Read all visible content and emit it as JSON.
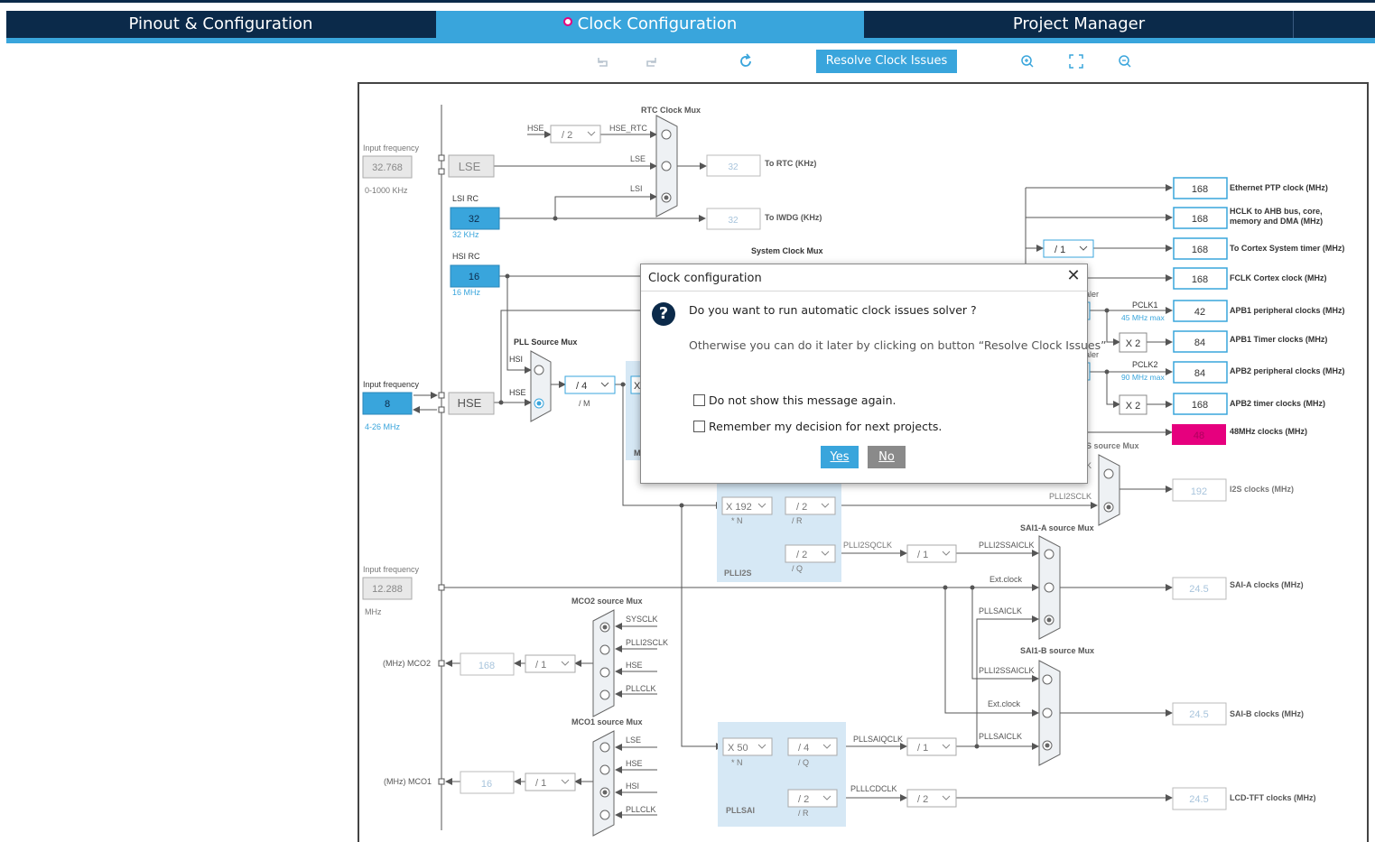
{
  "tabs": [
    {
      "label": "Pinout & Configuration",
      "active": false
    },
    {
      "label": "Clock Configuration",
      "active": true
    },
    {
      "label": "Project Manager",
      "active": false
    }
  ],
  "toolbar": {
    "resolve_label": "Resolve Clock Issues",
    "icons": [
      "undo-icon",
      "redo-icon",
      "refresh-icon",
      "zoom-in-icon",
      "fit-icon",
      "zoom-out-icon"
    ]
  },
  "colors": {
    "accent": "#39a5dc",
    "dark": "#0b2a4a",
    "alert": "#e6007e",
    "line": "#555555"
  },
  "diagram": {
    "input_freq": "Input frequency",
    "lse": {
      "value": "32.768",
      "range": "0-1000 KHz",
      "label": "LSE"
    },
    "lsi": {
      "label": "LSI RC",
      "value": "32",
      "unit": "32 KHz"
    },
    "hsi": {
      "label": "HSI RC",
      "value": "16",
      "unit": "16 MHz"
    },
    "hse": {
      "value": "8",
      "range": "4-26 MHz",
      "label": "HSE"
    },
    "ext": {
      "value": "12.288",
      "unit": "MHz"
    },
    "rtc": {
      "title": "RTC Clock Mux",
      "div": "/ 2",
      "hse_rtc": "HSE_RTC",
      "hse": "HSE",
      "lse": "LSE",
      "lsi": "LSI",
      "out": "32",
      "out_label": "To RTC (KHz)"
    },
    "iwdg": {
      "out": "32",
      "out_label": "To IWDG (KHz)"
    },
    "sysmux": "System Clock Mux",
    "pll": {
      "title": "PLL Source Mux",
      "hsi": "HSI",
      "hse": "HSE",
      "m_div": "/ 4",
      "m_label": "/ M",
      "x": "X",
      "m": "M"
    },
    "plli2s": {
      "n": "X 192",
      "n_label": "* N",
      "r": "/ 2",
      "r_label": "/ R",
      "q": "/ 2",
      "q_label": "/ Q",
      "title": "PLLI2S",
      "qclk": "PLLI2SQCLK",
      "qdiv": "/ 1"
    },
    "pllsai": {
      "n": "X 50",
      "n_label": "* N",
      "q": "/ 4",
      "q_label": "/ Q",
      "r": "/ 2",
      "r_label": "/ R",
      "title": "PLLSAI",
      "qclk": "PLLSAIQCLK",
      "qdiv": "/ 1",
      "lcdclk": "PLLLCDCLK",
      "lcddiv": "/ 2"
    },
    "outputs": [
      {
        "value": "168",
        "label": "Ethernet PTP clock (MHz)"
      },
      {
        "value": "168",
        "label": "HCLK to AHB bus, core,",
        "label2": "memory and DMA (MHz)"
      },
      {
        "value": "168",
        "label": "To Cortex System timer (MHz)"
      },
      {
        "value": "168",
        "label": "FCLK Cortex clock (MHz)"
      },
      {
        "value": "42",
        "label": "APB1 peripheral clocks (MHz)"
      },
      {
        "value": "84",
        "label": "APB1 Timer clocks (MHz)"
      },
      {
        "value": "84",
        "label": "APB2 peripheral clocks (MHz)"
      },
      {
        "value": "168",
        "label": "APB2 timer clocks (MHz)"
      },
      {
        "value": "48",
        "label": "48MHz clocks (MHz)"
      }
    ],
    "cortex_div": "/ 1",
    "pclk1": "PCLK1",
    "pclk1_max": "45 MHz max",
    "pclk2": "PCLK2",
    "pclk2_max": "90 MHz max",
    "x2": "X 2",
    "aler": "aler",
    "i2s": {
      "title": "S source Mux",
      "k": "K",
      "plli2sclk": "PLLI2SCLK",
      "out": "192",
      "label": "I2S clocks (MHz)"
    },
    "saia": {
      "title": "SAI1-A source Mux",
      "in1": "PLLI2SSAICLK",
      "in2": "Ext.clock",
      "in3": "PLLSAICLK",
      "out": "24.5",
      "label": "SAI-A clocks (MHz)"
    },
    "saib": {
      "title": "SAI1-B source Mux",
      "in1": "PLLI2SSAICLK",
      "in2": "Ext.clock",
      "in3": "PLLSAICLK",
      "out": "24.5",
      "label": "SAI-B clocks (MHz)"
    },
    "lcd": {
      "out": "24.5",
      "label": "LCD-TFT clocks (MHz)"
    },
    "mco2": {
      "title": "MCO2 source Mux",
      "in": [
        "SYSCLK",
        "PLLI2SCLK",
        "HSE",
        "PLLCLK"
      ],
      "div": "/ 1",
      "out": "168",
      "label": "(MHz) MCO2"
    },
    "mco1": {
      "title": "MCO1 source Mux",
      "in": [
        "LSE",
        "HSE",
        "HSI",
        "PLLCLK"
      ],
      "div": "/ 1",
      "out": "16",
      "label": "(MHz) MCO1"
    }
  },
  "dialog": {
    "title": "Clock configuration",
    "question": "Do you want to run automatic clock issues solver ?",
    "otherwise": "Otherwise you can do it later by clicking on button “Resolve Clock Issues”",
    "cb1": "Do not show this message again.",
    "cb2": "Remember my decision for next projects.",
    "yes": "Yes",
    "no": "No"
  }
}
